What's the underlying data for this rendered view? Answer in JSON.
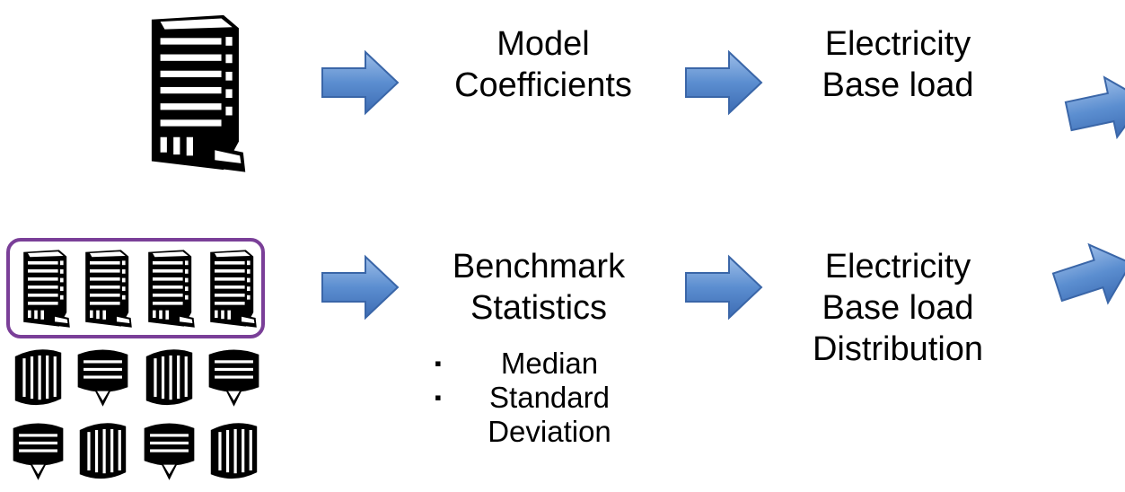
{
  "row1": {
    "model_coefficients": [
      "Model",
      "Coefficients"
    ],
    "electricity_base_load": [
      "Electricity",
      "Base load"
    ]
  },
  "row2": {
    "benchmark_statistics": [
      "Benchmark",
      "Statistics"
    ],
    "bullets": [
      {
        "marker": "▪",
        "lines": [
          "Median"
        ]
      },
      {
        "marker": "▪",
        "lines": [
          "Standard",
          "Deviation"
        ]
      }
    ],
    "electricity_distribution": [
      "Electricity",
      "Base load",
      "Distribution"
    ]
  },
  "icons": {
    "single_building": "office-building-icon",
    "benchmark_buildings": "office-building-icon",
    "other_buildings": "building-icon",
    "arrow": "right-arrow-icon"
  },
  "colors": {
    "arrow_fill": "#5b8ed0",
    "arrow_stroke": "#3a66a8",
    "selection_border": "#7a3f98",
    "building": "#000000"
  }
}
